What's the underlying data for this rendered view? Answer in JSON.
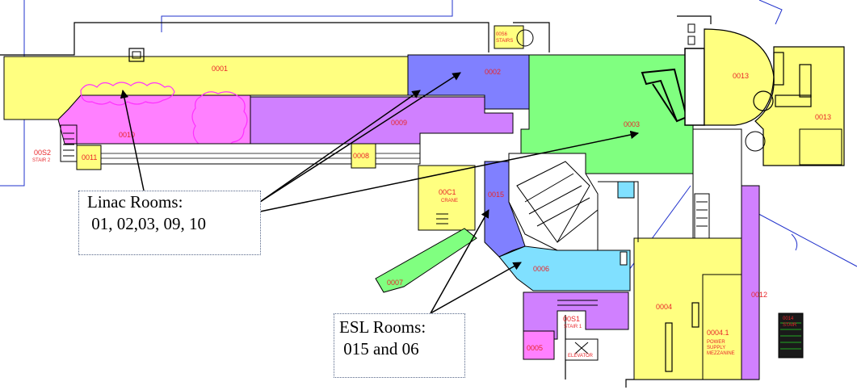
{
  "callouts": {
    "linac": {
      "line1": "Linac Rooms:",
      "line2": " 01, 02,03, 09, 10"
    },
    "esl": {
      "line1": "ESL Rooms:",
      "line2": " 015 and 06"
    }
  },
  "rooms": {
    "r0001": "0001",
    "r0002": "0002",
    "r0003": "0003",
    "r0005": "0005",
    "r0006": "0006",
    "r0007": "0007",
    "r0008": "0008",
    "r0009": "0009",
    "r0010": "0010",
    "r0011": "0011",
    "r0012": "0012",
    "r0013a": "0013",
    "r0013b": "0013",
    "r0014": "0014",
    "r0015": "0015",
    "r0004": "0004",
    "r00041": "0004.1",
    "r00041sub1": "POWER",
    "r00041sub2": "SUPPLY",
    "r00041sub3": "MEZZANINE",
    "r00C1": "00C1",
    "r00C1sub": "CRANE",
    "r00S1": "00S1",
    "r00S1sub": "STAIR 1",
    "r00S2": "00S2",
    "r00S2sub": "STAIR 2",
    "r00S6": "00S6",
    "r00S6sub": "STAIRS",
    "elevator": "ELEVATOR",
    "r0014sub": "STAIR"
  },
  "colors": {
    "yellow": "#ffff80",
    "magenta": "#ff80ff",
    "violet": "#d080ff",
    "blue": "#8080ff",
    "green": "#80ff80",
    "cyan": "#80e0ff",
    "arrow": "#000000",
    "room_text": "#e8262a",
    "wall": "#000000",
    "site_line": "#2233cc"
  }
}
